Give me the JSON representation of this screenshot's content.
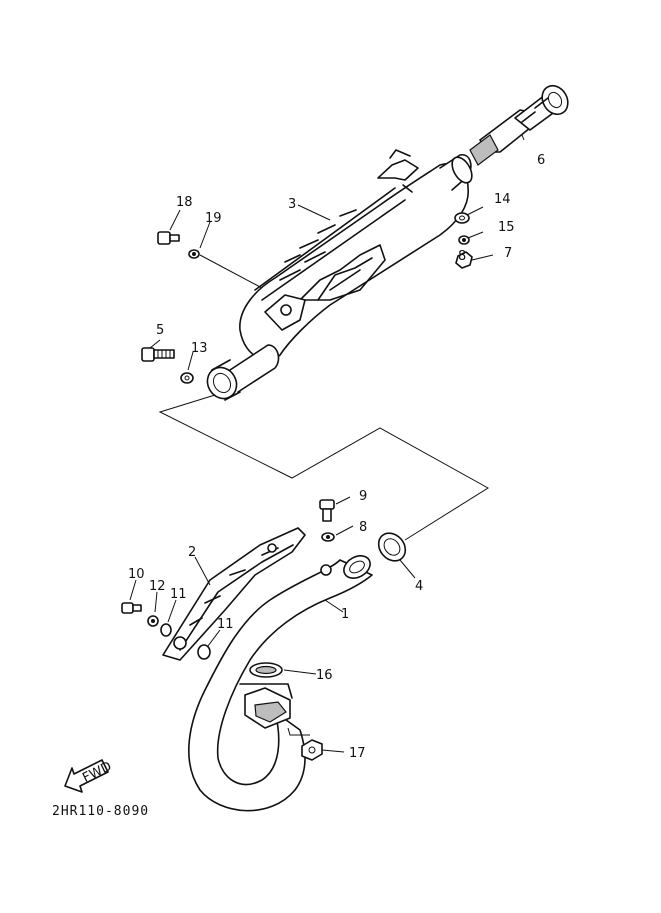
{
  "diagram": {
    "part_labels": [
      "1",
      "2",
      "3",
      "4",
      "5",
      "6",
      "7",
      "8",
      "8",
      "9",
      "10",
      "11",
      "11",
      "12",
      "13",
      "14",
      "15",
      "16",
      "17",
      "18",
      "19"
    ],
    "fwd_label": "FWD",
    "drawing_code": "2HR110-8090"
  }
}
